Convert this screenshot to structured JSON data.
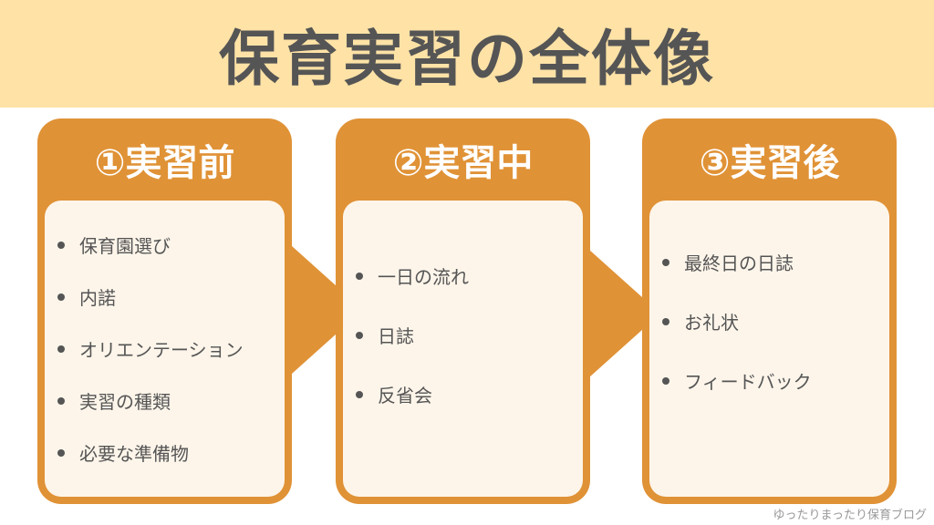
{
  "title": "保育実習の全体像",
  "stages": [
    {
      "label": "①実習前",
      "items": [
        "保育園選び",
        "内諾",
        "オリエンテーション",
        "実習の種類",
        "必要な準備物"
      ]
    },
    {
      "label": "②実習中",
      "items": [
        "一日の流れ",
        "日誌",
        "反省会"
      ]
    },
    {
      "label": "③実習後",
      "items": [
        "最終日の日誌",
        "お礼状",
        "フィードバック"
      ]
    }
  ],
  "credit": "ゆったりまったり保育ブログ",
  "colors": {
    "banner": "#FEE2A6",
    "accent": "#E09236",
    "panel": "#FDF5EA",
    "text": "#555555"
  }
}
